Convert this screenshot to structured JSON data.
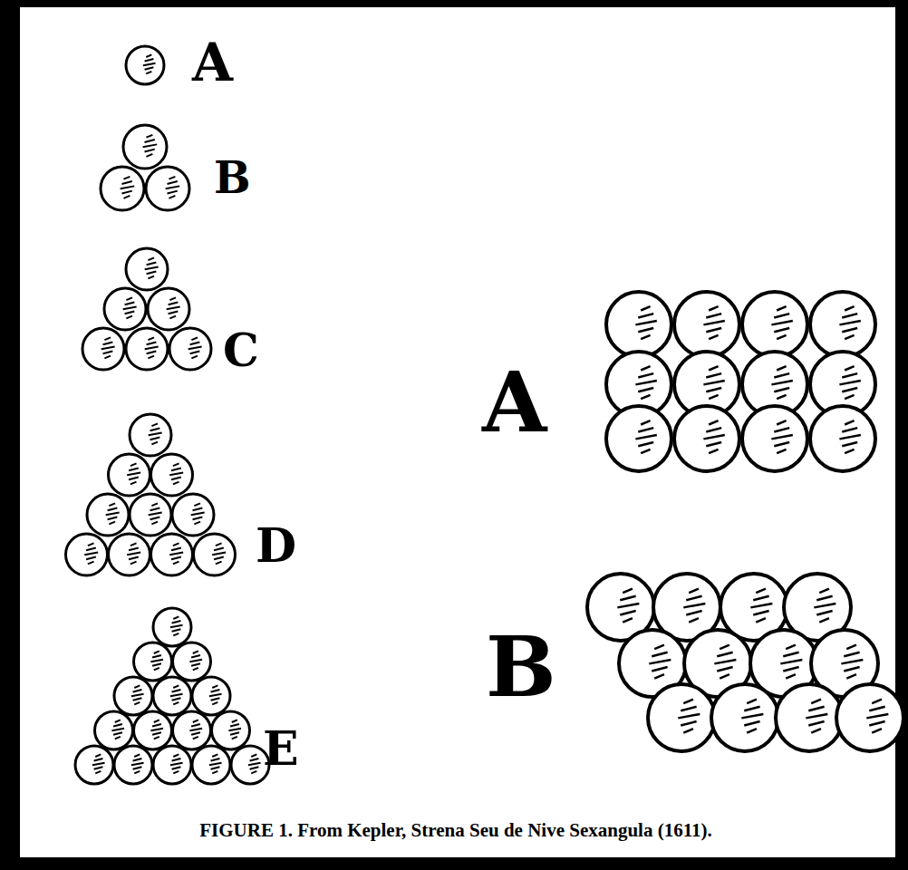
{
  "diagram": {
    "caption": "FIGURE 1. From Kepler, Strena Seu de Nive Sexangula (1611).",
    "labels": [
      "A",
      "B",
      "C",
      "D",
      "E",
      "A",
      "B"
    ]
  }
}
